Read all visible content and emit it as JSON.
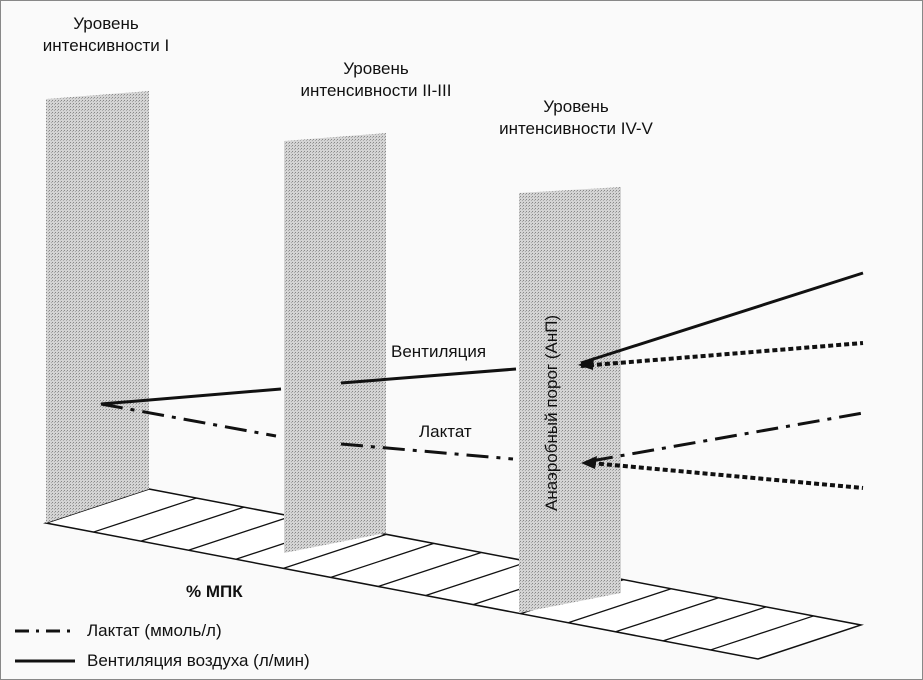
{
  "levels": [
    {
      "line1": "Уровень",
      "line2": "интенсивности I"
    },
    {
      "line1": "Уровень",
      "line2": "интенсивности II-III"
    },
    {
      "line1": "Уровень",
      "line2": "интенсивности IV-V"
    }
  ],
  "threshold_label": "Анаэробный порог (АнП)",
  "curve_labels": {
    "ventilation": "Вентиляция",
    "lactate": "Лактат"
  },
  "axis_label": "% МПК",
  "legend": [
    {
      "style": "dash-dot",
      "label": "Лактат (ммоль/л)"
    },
    {
      "style": "solid",
      "label": "Вентиляция воздуха (л/мин)"
    }
  ]
}
